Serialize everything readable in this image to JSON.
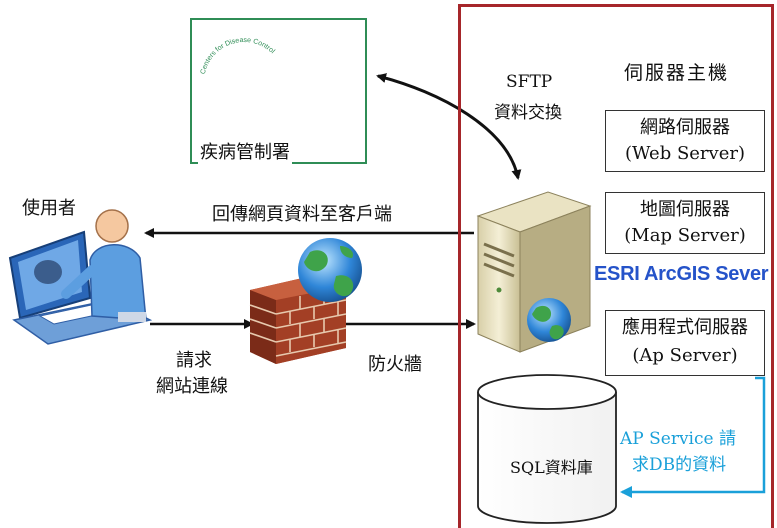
{
  "cdc": {
    "name": "疾病管制署",
    "logo_text": "Centers for Disease Control"
  },
  "sftp": {
    "line1": "SFTP",
    "line2": "資料交換"
  },
  "server_panel": {
    "title": "伺服器主機",
    "web_server": {
      "name": "網路伺服器",
      "english": "(Web Server)"
    },
    "map_server": {
      "name": "地圖伺服器",
      "english": "(Map Server)"
    },
    "esri": "ESRI ArcGIS Sever",
    "ap_server": {
      "name": "應用程式伺服器",
      "english": "(Ap Server)"
    }
  },
  "database": {
    "label": "SQL資料庫"
  },
  "ap_service_note": {
    "line1": "AP Service 請",
    "line2": "求DB的資料"
  },
  "user": {
    "label": "使用者"
  },
  "return_arrow": {
    "label": "回傳網頁資料至客戶端"
  },
  "request": {
    "line1": "請求",
    "line2": "網站連線"
  },
  "firewall": {
    "label": "防火牆"
  },
  "colors": {
    "panel_border": "#a6262a",
    "esri_blue": "#2553c9",
    "ap_note_cyan": "#1aa0d9",
    "cdc_green": "#2f8d56"
  }
}
